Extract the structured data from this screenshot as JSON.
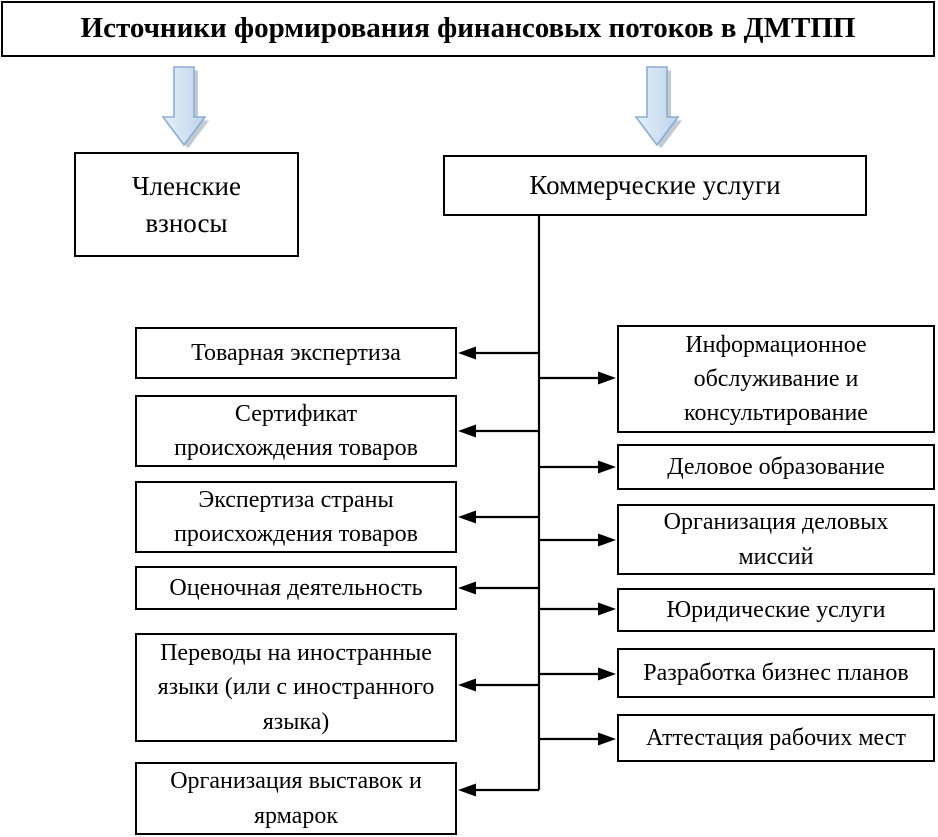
{
  "title": "Источники формирования финансовых потоков в ДМТПП",
  "sources": {
    "membership_label": "Членские\nвзносы",
    "commercial_label": "Коммерческие услуги"
  },
  "commercial_services": {
    "left": [
      "Товарная экспертиза",
      "Сертификат\nпроисхождения товаров",
      "Экспертиза страны\nпроисхождения товаров",
      "Оценочная деятельность",
      "Переводы на иностранные\nязыки (или с иностранного\nязыка)",
      "Организация выставок и\nярмарок"
    ],
    "right": [
      "Информационное\nобслуживание и\nконсультирование",
      "Деловое образование",
      "Организация деловых\nмиссий",
      "Юридические услуги",
      "Разработка бизнес планов",
      "Аттестация рабочих мест"
    ]
  },
  "icons": {
    "down_arrow_left": "down-arrow-icon",
    "down_arrow_right": "down-arrow-icon"
  },
  "colors": {
    "background": "#ffffff",
    "box_border": "#000000",
    "text": "#000000",
    "connector": "#000000",
    "arrow_fill_light": "#e6eff9",
    "arrow_fill_dark": "#bdd2ea",
    "arrow_outline": "#8badd3",
    "arrow_shadow": "#98a6b6"
  }
}
